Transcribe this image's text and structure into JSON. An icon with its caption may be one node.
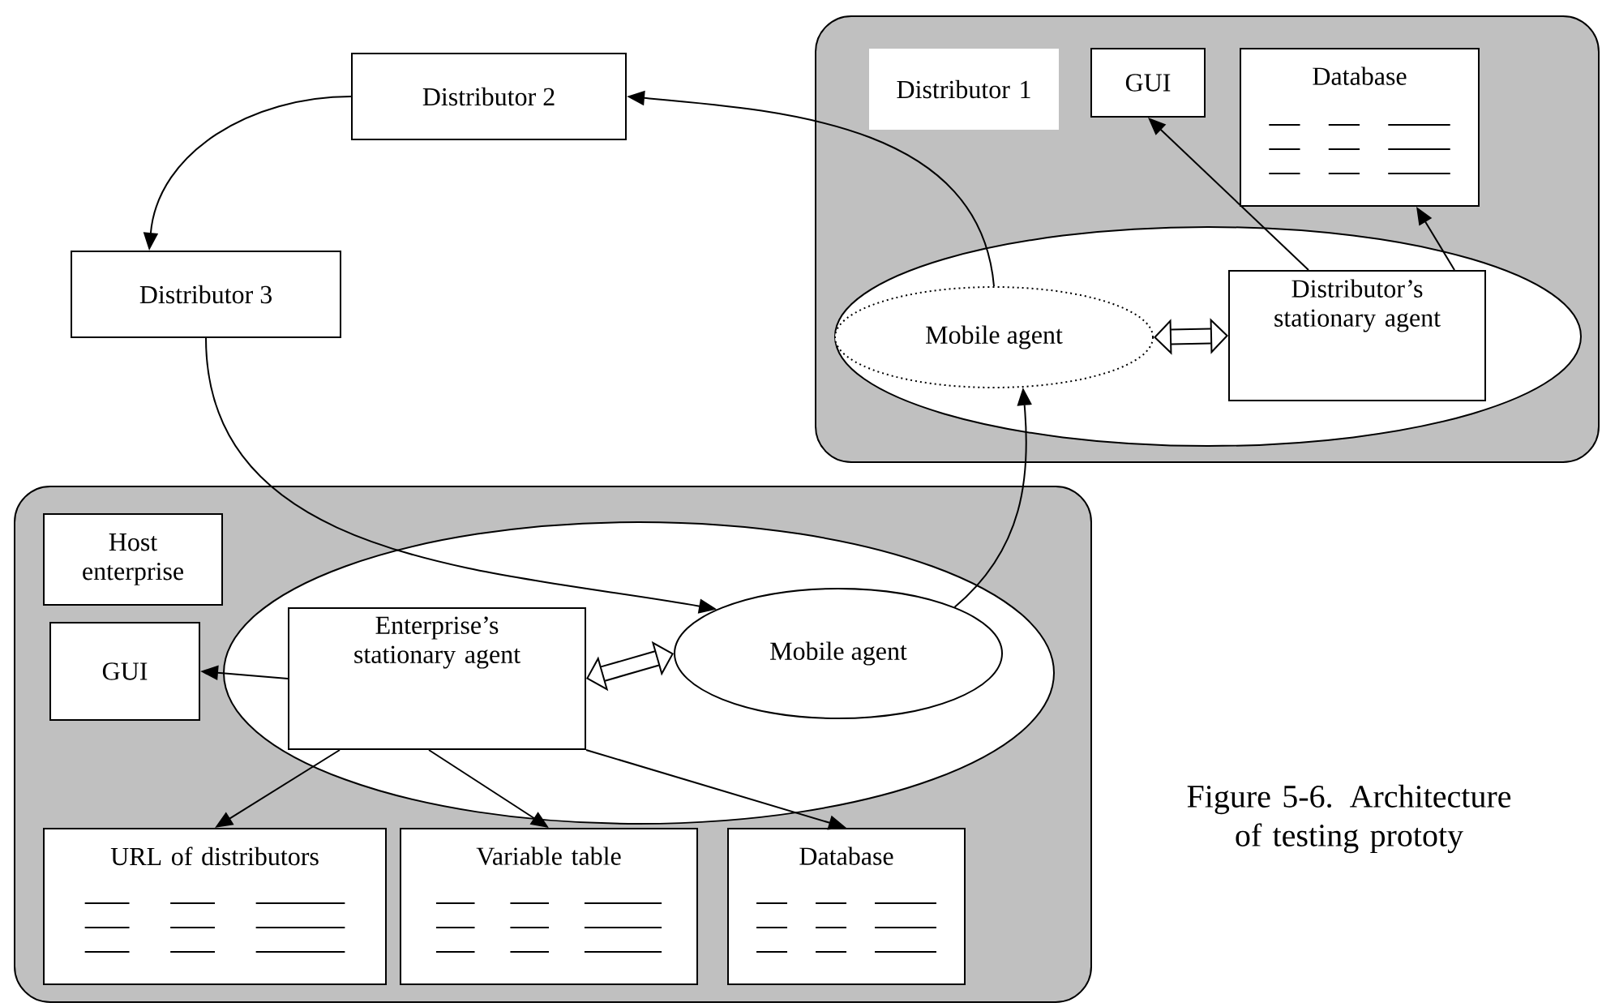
{
  "diagram": {
    "caption": "Figure 5-6. Architecture of testing prototy",
    "nodes": [
      {
        "text": [
          "Distributor 1"
        ]
      },
      {
        "text": [
          "GUI"
        ],
        "in": 0
      },
      {
        "text": [
          "Database"
        ],
        "in": 0
      },
      {
        "text": [],
        "shape": "ellipse",
        "in": 0
      },
      {
        "text": [
          "Mobile agent"
        ],
        "in": 3
      },
      {
        "text": [
          "Distributor’s stationary agent"
        ],
        "in": 3
      },
      {
        "text": [
          "Distributor 2"
        ]
      },
      {
        "text": [
          "Distributor 3"
        ]
      },
      {
        "text": [
          "Host enterprise"
        ]
      },
      {
        "text": [
          "GUI"
        ],
        "in": 8
      },
      {
        "text": [],
        "shape": "ellipse",
        "in": 8
      },
      {
        "text": [
          "Enterprise’s stationary agent"
        ],
        "in": 10
      },
      {
        "text": [
          "Mobile agent"
        ],
        "in": 10
      },
      {
        "text": [
          "URL of distributors"
        ],
        "in": 8
      },
      {
        "text": [
          "Variable table"
        ],
        "in": 8
      },
      {
        "text": [
          "Database"
        ],
        "in": 8
      }
    ],
    "edges": [
      {
        "from": 4,
        "to": 6,
        "arrow": "to"
      },
      {
        "from": 6,
        "to": 7,
        "arrow": "to"
      },
      {
        "from": 7,
        "to": 12,
        "arrow": "to"
      },
      {
        "from": 12,
        "to": 4,
        "arrow": "to"
      },
      {
        "from": 5,
        "to": 1,
        "arrow": "to"
      },
      {
        "from": 5,
        "to": 2,
        "arrow": "to"
      },
      {
        "from": 4,
        "to": 5,
        "arrow": "both",
        "style": "thick"
      },
      {
        "from": 11,
        "to": 12,
        "arrow": "both",
        "style": "thick"
      },
      {
        "from": 11,
        "to": 9,
        "arrow": "to"
      },
      {
        "from": 11,
        "to": 13,
        "arrow": "to"
      },
      {
        "from": 11,
        "to": 14,
        "arrow": "to"
      },
      {
        "from": 11,
        "to": 15,
        "arrow": "to"
      }
    ]
  }
}
